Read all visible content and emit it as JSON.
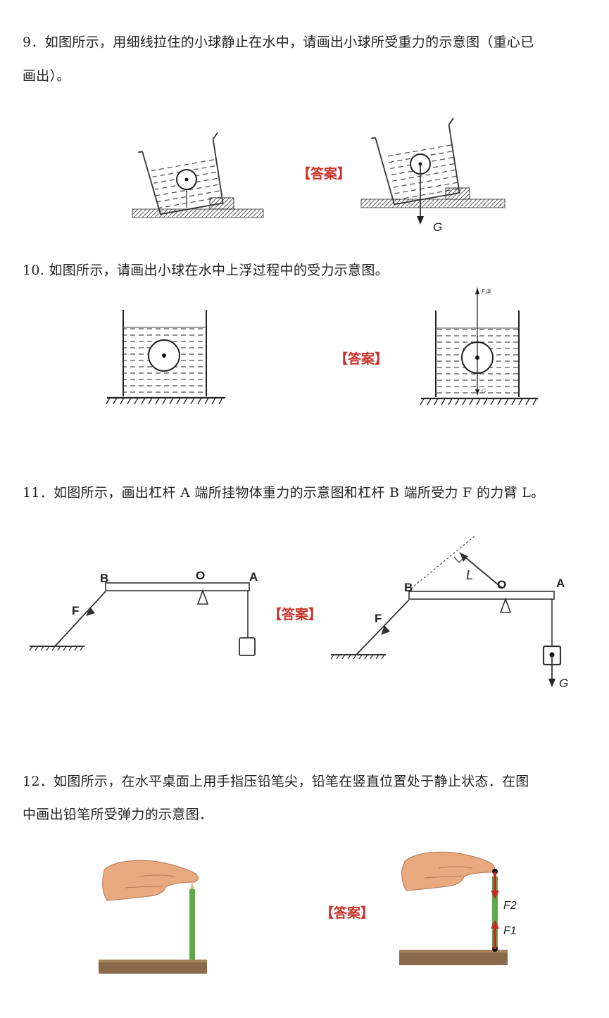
{
  "q9": {
    "text_line1": "9．如图所示，用细线拉住的小球静止在水中，请画出小球所受重力的示意图（重心已",
    "text_line2": "画出）。",
    "answer_label": "【答案】",
    "g_label": "G"
  },
  "q10": {
    "text": "10. 如图所示，请画出小球在水中上浮过程中的受力示意图。",
    "answer_label": "【答案】",
    "f_label": "F浮",
    "g_label": "G"
  },
  "q11": {
    "text": "11．如图所示，画出杠杆 A 端所挂物体重力的示意图和杠杆 B 端所受力 F 的力臂 L。",
    "answer_label": "【答案】",
    "labels": {
      "b": "B",
      "o": "O",
      "a": "A",
      "f": "F",
      "l": "L",
      "g": "G"
    }
  },
  "q12": {
    "text_line1": "12．如图所示，在水平桌面上用手指压铅笔尖，铅笔在竖直位置处于静止状态．在图",
    "text_line2": "中画出铅笔所受弹力的示意图．",
    "answer_label": "【答案】",
    "f1_label": "F1",
    "f2_label": "F2"
  },
  "colors": {
    "answer": "#c8322a",
    "force_arrow": "#c62828",
    "pencil": "#5fa84a",
    "table": "#8a6a4a",
    "skin": "#e8a97e"
  }
}
